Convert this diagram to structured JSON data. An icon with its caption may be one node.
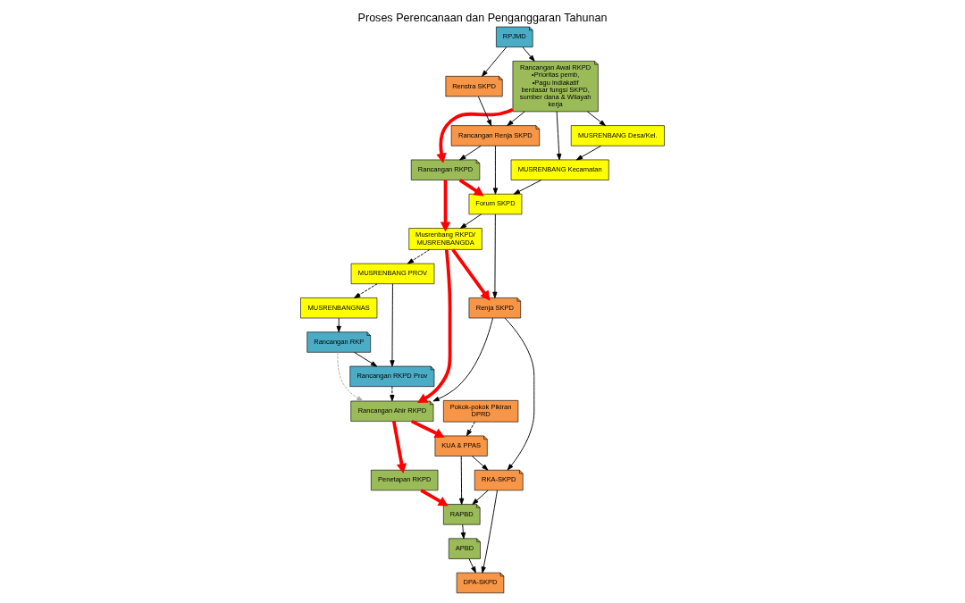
{
  "diagram": {
    "title": "Proses Perencanaan dan Penganggaran Tahunan",
    "nodes": [
      {
        "text": [
          "RPJMD"
        ]
      },
      {
        "text": [
          "MUSRENBANGNAS"
        ]
      },
      {
        "text": [
          "Rancangan RKP"
        ]
      },
      {
        "text": [
          "MUSRENBANG PROV"
        ]
      },
      {
        "text": [
          "Rancangan RKPD Prov"
        ]
      },
      {
        "text": [
          "Rancangan Awal RKPD",
          "•Prioritas pemb,",
          "•Pagu indiakatif berdasar fungsi SKPD, sumber dana & Wilayah kerja"
        ]
      },
      {
        "text": [
          "Rancangan RKPD"
        ]
      },
      {
        "text": [
          "Musrenbang RKPD/ MUSRENBANGDA"
        ]
      },
      {
        "text": [
          "Rancangan Ahir RKPD"
        ]
      },
      {
        "text": [
          "Penetapan RKPD"
        ]
      },
      {
        "text": [
          "RAPBD"
        ]
      },
      {
        "text": [
          "KUA & PPAS"
        ]
      },
      {
        "text": [
          "Renstra SKPD"
        ]
      },
      {
        "text": [
          "Rancangan Renja SKPD"
        ]
      },
      {
        "text": [
          "Forum SKPD"
        ]
      },
      {
        "text": [
          "Renja SKPD"
        ]
      },
      {
        "text": [
          "RKA-SKPD"
        ]
      },
      {
        "text": [
          "APBD"
        ]
      },
      {
        "text": [
          "Pokok-pokok Pikiran DPRD"
        ]
      },
      {
        "text": [
          "MUSRENBANG Kecamatan"
        ]
      },
      {
        "text": [
          "MUSRENBANG Desa/Kel."
        ]
      },
      {
        "text": [
          "DPA-SKPD"
        ]
      }
    ],
    "edges": [
      {
        "from": 0,
        "to": 5,
        "arrow": "to"
      },
      {
        "from": 0,
        "to": 12,
        "arrow": "to"
      },
      {
        "from": 5,
        "to": 6,
        "arrow": "to",
        "style": "thick",
        "color": "#ff0000"
      },
      {
        "from": 6,
        "to": 7,
        "arrow": "to",
        "style": "thick",
        "color": "#ff0000"
      },
      {
        "from": 7,
        "to": 8,
        "arrow": "to",
        "style": "thick",
        "color": "#ff0000"
      },
      {
        "from": 8,
        "to": 9,
        "arrow": "to",
        "style": "thick",
        "color": "#ff0000"
      },
      {
        "from": 9,
        "to": 10,
        "arrow": "to",
        "style": "thick",
        "color": "#ff0000"
      },
      {
        "from": 8,
        "to": 11,
        "arrow": "to",
        "style": "thick",
        "color": "#ff0000"
      },
      {
        "from": 6,
        "to": 14,
        "arrow": "to",
        "style": "thick",
        "color": "#ff0000"
      },
      {
        "from": 7,
        "to": 15,
        "arrow": "to",
        "style": "thick",
        "color": "#ff0000"
      },
      {
        "from": 7,
        "to": 3,
        "arrow": "to",
        "style": "dashed"
      },
      {
        "from": 3,
        "to": 1,
        "arrow": "to",
        "style": "dashed"
      },
      {
        "from": 1,
        "to": 2,
        "arrow": "to"
      },
      {
        "from": 3,
        "to": 4,
        "arrow": "to"
      },
      {
        "from": 2,
        "to": 4,
        "arrow": "to"
      },
      {
        "from": 2,
        "to": 8,
        "arrow": "to",
        "style": "dashed",
        "color": "#aaaaaa"
      },
      {
        "from": 4,
        "to": 8,
        "arrow": "to",
        "style": "dashed"
      },
      {
        "from": 5,
        "to": 13,
        "arrow": "to"
      },
      {
        "from": 5,
        "to": 19,
        "arrow": "to"
      },
      {
        "from": 5,
        "to": 20,
        "arrow": "to"
      },
      {
        "from": 12,
        "to": 13,
        "arrow": "to"
      },
      {
        "from": 13,
        "to": 6,
        "arrow": "to"
      },
      {
        "from": 13,
        "to": 14,
        "arrow": "to"
      },
      {
        "from": 19,
        "to": 14,
        "arrow": "to"
      },
      {
        "from": 20,
        "to": 19,
        "arrow": "to"
      },
      {
        "from": 14,
        "to": 7,
        "arrow": "to"
      },
      {
        "from": 14,
        "to": 15,
        "arrow": "to"
      },
      {
        "from": 15,
        "to": 8,
        "arrow": "to"
      },
      {
        "from": 15,
        "to": 16,
        "arrow": "to"
      },
      {
        "from": 18,
        "to": 11,
        "arrow": "to",
        "style": "dashed"
      },
      {
        "from": 11,
        "to": 10,
        "arrow": "to"
      },
      {
        "from": 11,
        "to": 16,
        "arrow": "to"
      },
      {
        "from": 16,
        "to": 10,
        "arrow": "to"
      },
      {
        "from": 16,
        "to": 21,
        "arrow": "to"
      },
      {
        "from": 10,
        "to": 17,
        "arrow": "to"
      },
      {
        "from": 17,
        "to": 21,
        "arrow": "to"
      }
    ]
  }
}
